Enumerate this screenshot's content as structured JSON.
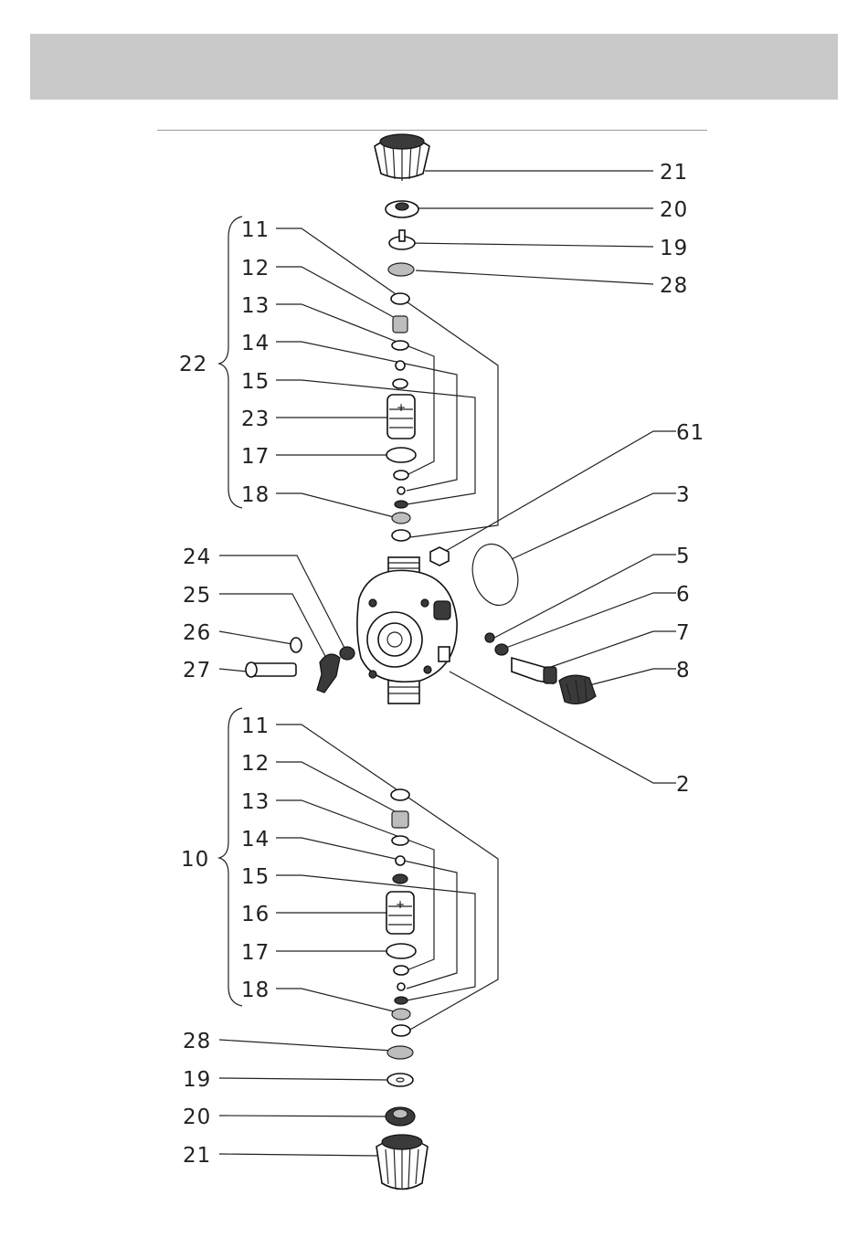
{
  "labels": {
    "r21t": "21",
    "r20t": "20",
    "r19t": "19",
    "r28t": "28",
    "r61": "61",
    "r3": "3",
    "r5": "5",
    "r6": "6",
    "r7": "7",
    "r8": "8",
    "r2": "2",
    "u11": "11",
    "u12": "12",
    "u13": "13",
    "u14": "14",
    "u15": "15",
    "u23": "23",
    "u17": "17",
    "u18": "18",
    "g22": "22",
    "m24": "24",
    "m25": "25",
    "m26": "26",
    "m27": "27",
    "l11": "11",
    "l12": "12",
    "l13": "13",
    "l14": "14",
    "l15": "15",
    "l16": "16",
    "l17": "17",
    "l18": "18",
    "g10": "10",
    "b28": "28",
    "b19": "19",
    "b20": "20",
    "b21": "21"
  }
}
